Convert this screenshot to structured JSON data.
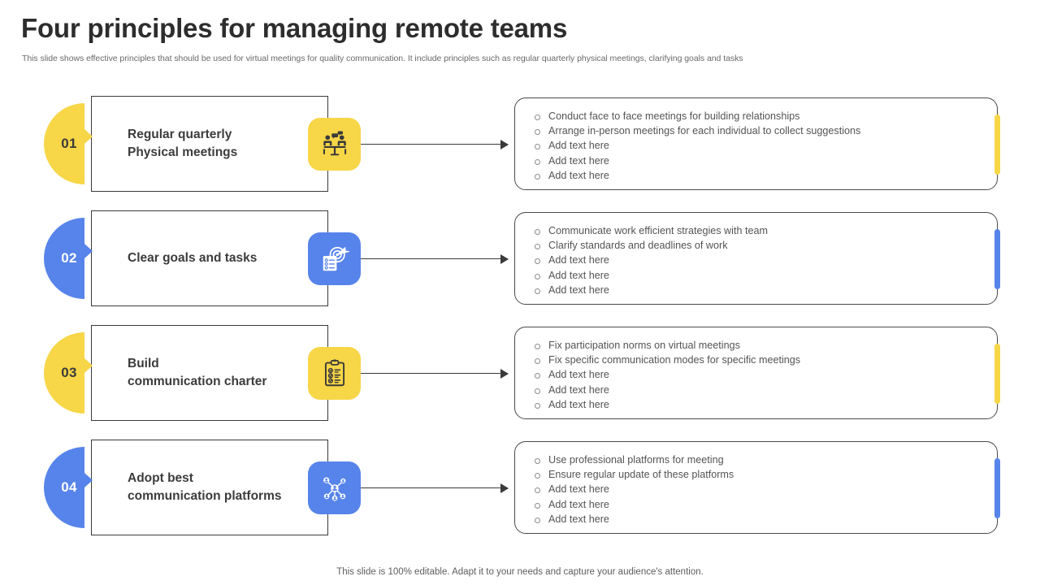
{
  "header": {
    "title": "Four principles for managing remote teams",
    "subtitle": "This slide shows effective principles that should be used for virtual meetings for quality communication. It include principles such as regular quarterly physical meetings, clarifying goals and tasks"
  },
  "colors": {
    "yellow": "#f7d647",
    "blue": "#5784ea",
    "outline": "#3a3a3a",
    "body_text": "#545454",
    "title_text": "#2d2d2d"
  },
  "rows": [
    {
      "number": "01",
      "label": "Regular quarterly\nPhysical meetings",
      "theme": "yellow",
      "icon": "people-meeting-table-icon",
      "bullets": [
        "Conduct face to face meetings for building relationships",
        "Arrange in-person meetings for each individual to collect suggestions",
        "Add text here",
        "Add text here",
        "Add text here"
      ]
    },
    {
      "number": "02",
      "label": "Clear goals and tasks",
      "theme": "blue",
      "icon": "target-checklist-icon",
      "bullets": [
        "Communicate work efficient strategies with team",
        "Clarify standards and deadlines of work",
        "Add text here",
        "Add text here",
        "Add text here"
      ]
    },
    {
      "number": "03",
      "label": "Build\ncommunication charter",
      "theme": "yellow",
      "icon": "clipboard-checklist-icon",
      "bullets": [
        "Fix participation norms on virtual meetings",
        "Fix specific communication modes for specific meetings",
        "Add text here",
        "Add text here",
        "Add text here"
      ]
    },
    {
      "number": "04",
      "label": "Adopt best\ncommunication platforms",
      "theme": "blue",
      "icon": "network-hub-icon",
      "bullets": [
        "Use professional platforms for meeting",
        "Ensure regular update of these platforms",
        "Add text here",
        "Add text here",
        "Add text here"
      ]
    }
  ],
  "footer": {
    "note": "This slide is 100% editable. Adapt it to your needs and capture your audience's attention."
  }
}
